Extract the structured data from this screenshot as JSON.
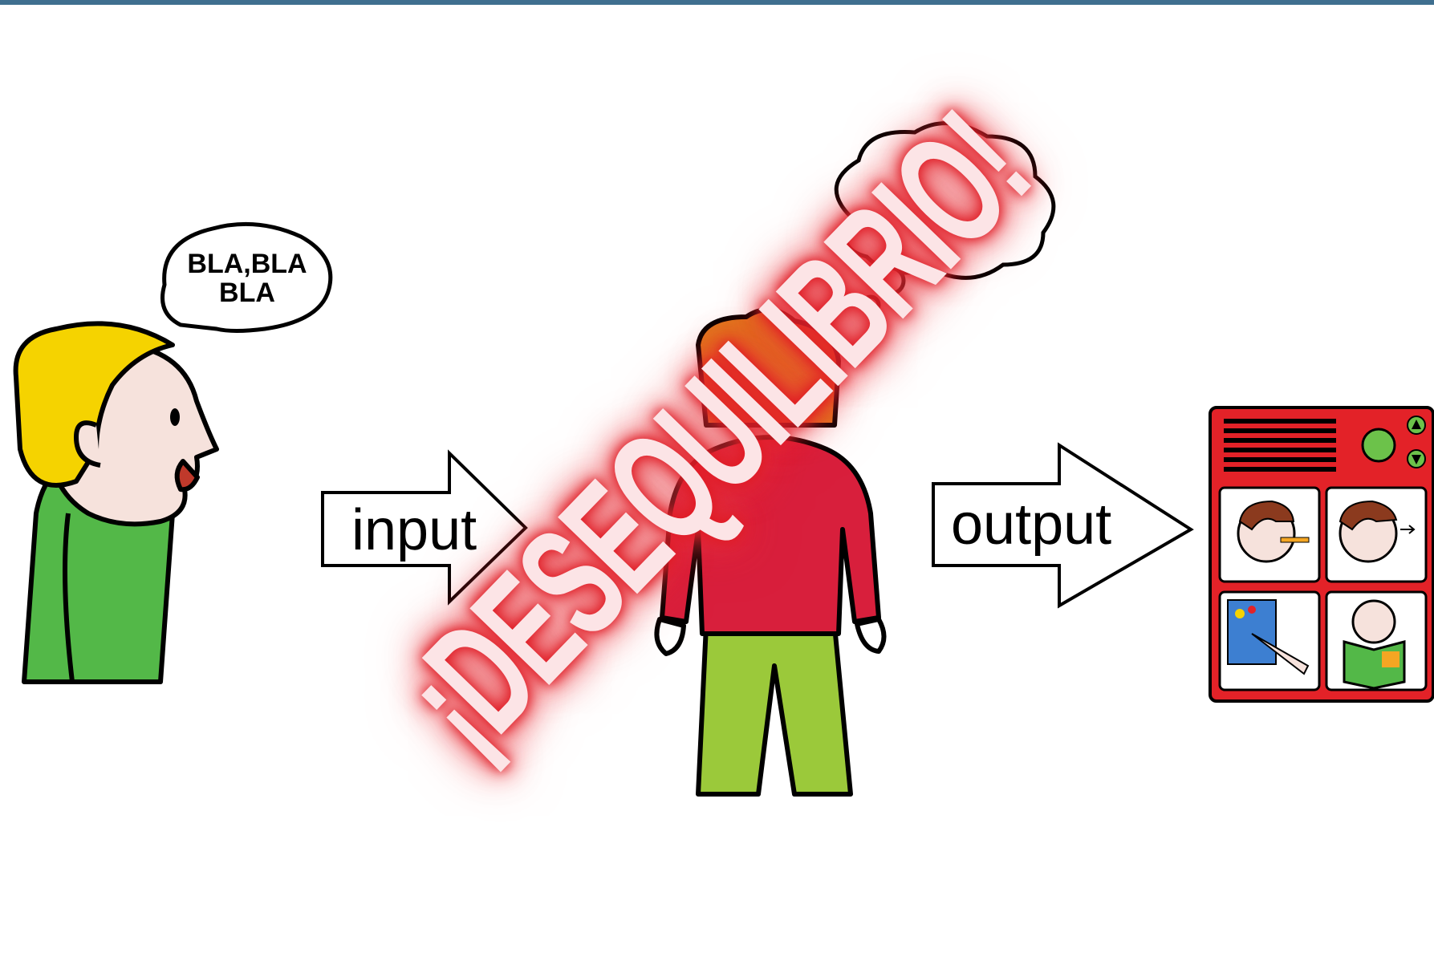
{
  "speech_bubble": {
    "line1": "BLA,BLA",
    "line2": "BLA"
  },
  "input_arrow": {
    "label": "input"
  },
  "output_arrow": {
    "label": "output"
  },
  "overlay": {
    "text": "¡DESEQUILIBRIO!",
    "color": "#e01b24"
  },
  "communicator": {
    "frame_color": "#e32228",
    "button_color": "#6cc24a"
  },
  "colors": {
    "speaker_shirt": "#53b848",
    "speaker_hair": "#f5d300",
    "girl_shirt": "#d81f3c",
    "girl_pants": "#9bc93a",
    "girl_hair": "#e07a1f"
  }
}
